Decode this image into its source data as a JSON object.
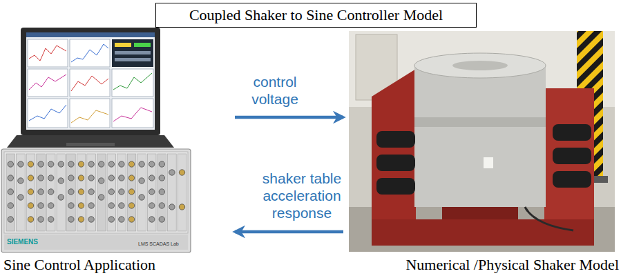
{
  "diagram": {
    "title": "Coupled Shaker to Sine Controller Model",
    "nodes": [
      {
        "text": [
          "Sine Control Application"
        ]
      },
      {
        "text": [
          "Numerical /Physical Shaker Model"
        ]
      }
    ],
    "edges": [
      {
        "from": 0,
        "to": 1,
        "arrow": "to",
        "label": "control voltage"
      },
      {
        "from": 1,
        "to": 0,
        "arrow": "to",
        "label": "shaker table acceleration response"
      }
    ],
    "labels": [
      "SIEMENS",
      "LMS SCADAS Lab"
    ]
  }
}
